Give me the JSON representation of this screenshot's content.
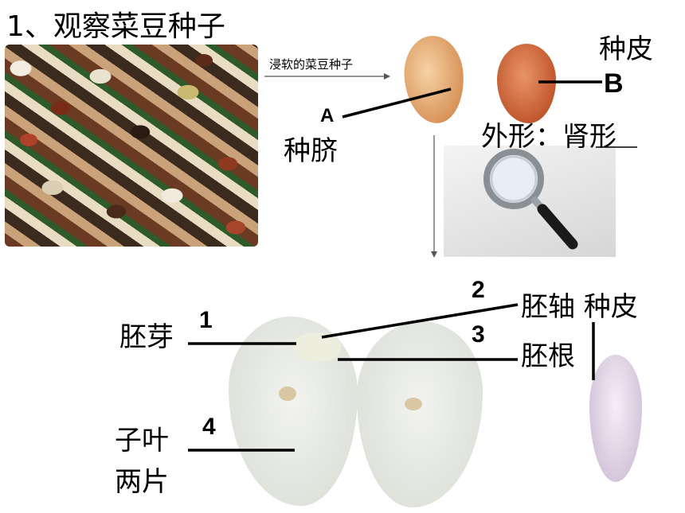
{
  "title": "1、观察菜豆种子",
  "arrow_caption": "浸软的菜豆种子",
  "top_labels": {
    "seed_coat": "种皮",
    "letter_b": "B",
    "letter_a": "A",
    "hilum": "种脐",
    "shape": "外形：肾形"
  },
  "bottom_labels": {
    "num_1": "1",
    "plumule": "胚芽",
    "num_2": "2",
    "hypocotyl_coat": "胚轴 种皮",
    "num_3": "3",
    "radicle": "胚根",
    "num_4": "4",
    "cotyledon_line1": "子叶",
    "cotyledon_line2": "两片"
  },
  "images": {
    "beans": "mixed-bean-seeds-photo",
    "soaked_seed_a": "soaked-bean-seed-photo",
    "soaked_seed_b": "bean-seed-coat-photo",
    "magnifier": "magnifying-glass-photo",
    "seed_halves": "opened-bean-seed-photo",
    "peeled_coat": "peeled-seed-coat-photo"
  }
}
